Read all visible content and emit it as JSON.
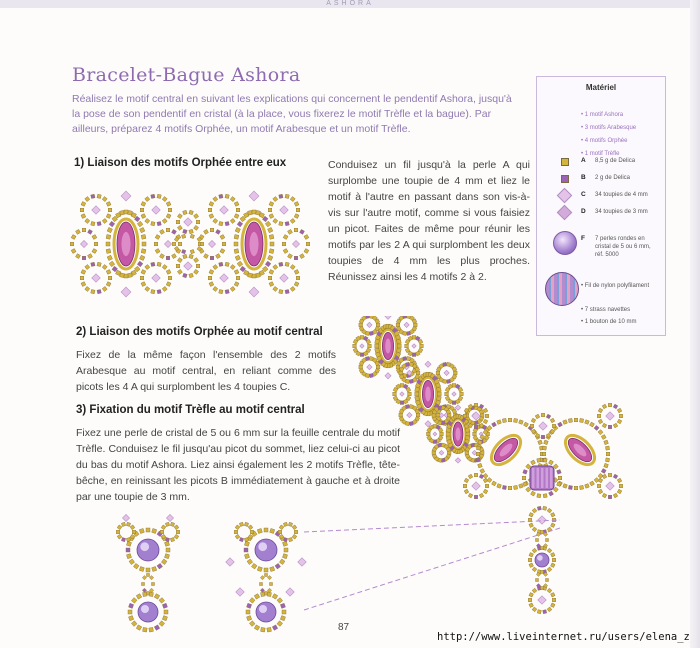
{
  "running_head": "ASHORA",
  "title": "Bracelet-Bague Ashora",
  "intro": "Réalisez le motif central en suivant les explications qui concernent le pendentif Ashora, jusqu'à la pose de son pendentif en cristal (à la place, vous fixerez le motif Trèfle et la bague). Par ailleurs, préparez 4 motifs Orphée, un motif Arabesque et un motif Trèfle.",
  "sections": [
    {
      "heading": "1) Liaison des motifs Orphée entre eux",
      "body": "Conduisez un fil jusqu'à la perle A qui surplombe une toupie de 4 mm et liez le motif à l'autre en passant dans son vis-à-vis sur l'autre motif, comme si vous faisiez un picot. Faites de même pour réunir les motifs par les 2 A qui surplombent les deux toupies de 4 mm les plus proches. Réunissez ainsi les 4 motifs 2 à 2."
    },
    {
      "heading": "2) Liaison des motifs Orphée au motif central",
      "body": "Fixez de la même façon l'ensemble des 2 motifs Arabesque au motif central, en reliant comme des picots les 4 A qui surplombent les 4 toupies C."
    },
    {
      "heading": "3) Fixation du motif Trèfle au motif central",
      "body": "Fixez une perle de cristal de 5 ou 6 mm sur la feuille centrale du motif Trèfle. Conduisez le fil jusqu'au picot du sommet, liez celui-ci au picot du bas du motif Ashora. Liez ainsi également les 2 motifs Trèfle, tête-bêche, en reinissant les picots B immédiatement à gauche et à droite par une toupie de 3 mm."
    }
  ],
  "materials": {
    "title": "Matériel",
    "motifs": [
      "• 1 motif Ashora",
      "• 3 motifs Arabesque",
      "• 4 motifs Orphée",
      "• 1 motif Trèfle"
    ],
    "beads": [
      {
        "letter": "A",
        "text": "8,5 g de Delica",
        "color": "#d4b43c"
      },
      {
        "letter": "B",
        "text": "2 g de Delica",
        "color": "#9c62b8"
      },
      {
        "letter": "C",
        "text": "34 toupies de 4 mm",
        "color": "#e5c3e8"
      },
      {
        "letter": "D",
        "text": "34 toupies de 3 mm",
        "color": "#d4a9dc"
      },
      {
        "letter": "F",
        "text": "7 perles rondes en cristal de 5 ou 6 mm, réf. 5000",
        "color": "#a27fcf"
      }
    ],
    "extras": [
      "• Fil de nylon polyfilament",
      "• 7 strass navettes",
      "• 1 bouton de 10 mm"
    ]
  },
  "page_number": "87",
  "url": "http://www.liveinternet.ru/users/elena_z_w/",
  "colors": {
    "gold": "#d4b43c",
    "purple": "#9c62b8",
    "crystal": "#e5c3e8",
    "navette": "#c458a4",
    "title": "#8e6bb0"
  }
}
